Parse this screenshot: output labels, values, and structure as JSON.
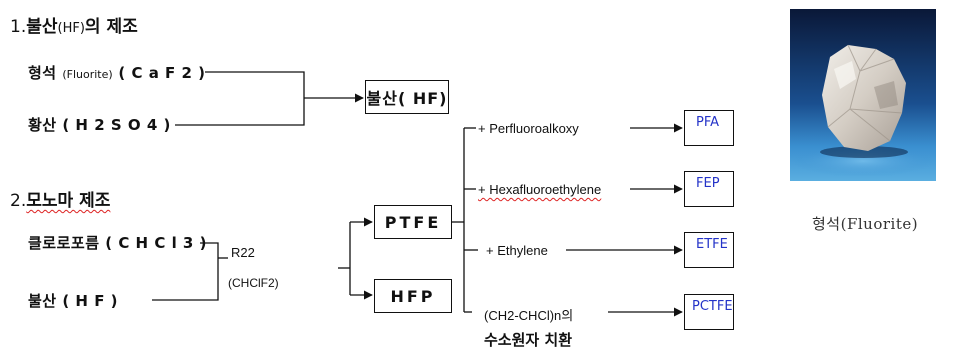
{
  "section1": {
    "number": "1.",
    "title_a": "불산",
    "title_paren": "(HF)",
    "title_b": "의 제조"
  },
  "fluorite": {
    "label": "형석",
    "paren": "(Fluorite)",
    "formula": "( C a F 2 )"
  },
  "sulfuric": {
    "label": "황산",
    "formula": "( H 2 S O 4 )"
  },
  "hf_box": "불산( HF)",
  "section2": {
    "number": "2.",
    "title": "모노마 제조"
  },
  "chloroform": {
    "label": "클로로포름",
    "formula": "( C H C l 3 )"
  },
  "hf_input": {
    "label": "불산",
    "formula": "( H F )"
  },
  "r22": {
    "label": "R22",
    "formula": "(CHClF2)"
  },
  "ptfe_box": "PTFE",
  "hfp_box": "HFP",
  "branches": [
    {
      "label": "+ Perfluoroalkoxy",
      "product": "PFA"
    },
    {
      "label": "+ Hexafluoroethylene",
      "product": "FEP"
    },
    {
      "label": "+ Ethylene",
      "product": "ETFE"
    },
    {
      "label": "(CH2-CHCl)n의",
      "label2": "수소원자 치환",
      "product": "PCTFE"
    }
  ],
  "photo_caption": "형석(Fluorite)",
  "colors": {
    "product_text": "#2433c8",
    "line": "#111111",
    "photo_bg_top": "#0a1838",
    "photo_bg_bottom": "#3a8fd0"
  }
}
